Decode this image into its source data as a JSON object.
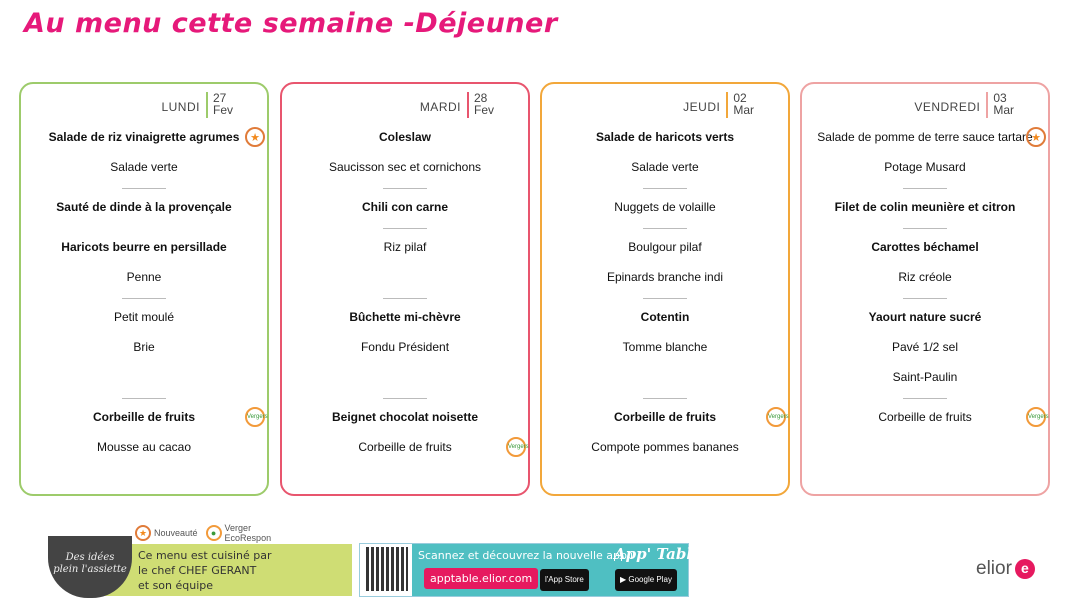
{
  "title": "Au menu cette semaine -Déjeuner",
  "days": [
    {
      "name": "LUNDI",
      "day": "27",
      "month": "Fev",
      "color": "#9dcb6b",
      "items": [
        {
          "text": "Salade de riz vinaigrette agrumes",
          "bold": true,
          "slot": 0,
          "icon": "star"
        },
        {
          "text": "Salade verte",
          "bold": false,
          "slot": 1
        },
        {
          "text": "Sauté de dinde à la provençale",
          "bold": true,
          "slot": 2
        },
        {
          "text": "Haricots beurre en persillade",
          "bold": true,
          "slot": 3
        },
        {
          "text": "Penne",
          "bold": false,
          "slot": 4
        },
        {
          "text": "Petit moulé",
          "bold": false,
          "slot": 5
        },
        {
          "text": "Brie",
          "bold": false,
          "slot": 6
        },
        {
          "text": "Corbeille de fruits",
          "bold": true,
          "slot": 8,
          "icon": "apple"
        },
        {
          "text": "Mousse au cacao",
          "bold": false,
          "slot": 9
        }
      ],
      "seps": [
        0,
        2,
        3
      ]
    },
    {
      "name": "MARDI",
      "day": "28",
      "month": "Fev",
      "color": "#e8556e",
      "items": [
        {
          "text": "Coleslaw",
          "bold": true,
          "slot": 0
        },
        {
          "text": "Saucisson sec et cornichons",
          "bold": false,
          "slot": 1
        },
        {
          "text": "Chili con carne",
          "bold": true,
          "slot": 2
        },
        {
          "text": "Riz pilaf",
          "bold": false,
          "slot": 3
        },
        {
          "text": "Bûchette mi-chèvre",
          "bold": true,
          "slot": 5
        },
        {
          "text": "Fondu Président",
          "bold": false,
          "slot": 6
        },
        {
          "text": "Beignet chocolat noisette",
          "bold": true,
          "slot": 8
        },
        {
          "text": "Corbeille de fruits",
          "bold": false,
          "slot": 9,
          "icon": "apple"
        }
      ],
      "seps": [
        0,
        1,
        2,
        3
      ]
    },
    {
      "name": "JEUDI",
      "day": "02",
      "month": "Mar",
      "color": "#f2a73a",
      "items": [
        {
          "text": "Salade de haricots verts",
          "bold": true,
          "slot": 0
        },
        {
          "text": "Salade verte",
          "bold": false,
          "slot": 1
        },
        {
          "text": "Nuggets de volaille",
          "bold": false,
          "slot": 2
        },
        {
          "text": "Boulgour pilaf",
          "bold": false,
          "slot": 3
        },
        {
          "text": "Epinards branche indi",
          "bold": false,
          "slot": 4
        },
        {
          "text": "Cotentin",
          "bold": true,
          "slot": 5
        },
        {
          "text": "Tomme blanche",
          "bold": false,
          "slot": 6
        },
        {
          "text": "Corbeille de fruits",
          "bold": true,
          "slot": 8,
          "icon": "apple"
        },
        {
          "text": "Compote pommes bananes",
          "bold": false,
          "slot": 9
        }
      ],
      "seps": [
        0,
        1,
        2,
        3
      ]
    },
    {
      "name": "VENDREDI",
      "day": "03",
      "month": "Mar",
      "color": "#eea3a3",
      "items": [
        {
          "text": "Salade de pomme de terre sauce tartare",
          "bold": false,
          "slot": 0,
          "icon": "star"
        },
        {
          "text": "Potage Musard",
          "bold": false,
          "slot": 1
        },
        {
          "text": "Filet de colin meunière et citron",
          "bold": true,
          "slot": 2
        },
        {
          "text": "Carottes béchamel",
          "bold": true,
          "slot": 3
        },
        {
          "text": "Riz créole",
          "bold": false,
          "slot": 4
        },
        {
          "text": "Yaourt nature sucré",
          "bold": true,
          "slot": 5
        },
        {
          "text": "Pavé 1/2 sel",
          "bold": false,
          "slot": 6
        },
        {
          "text": "Saint-Paulin",
          "bold": false,
          "slot": 7
        },
        {
          "text": "Corbeille de fruits",
          "bold": false,
          "slot": 8,
          "icon": "apple"
        }
      ],
      "seps": [
        0,
        1,
        2,
        3
      ]
    }
  ],
  "legend": {
    "new": "Nouveauté",
    "verger": "Verger EcoRespon",
    "verger_badge": "Vergers"
  },
  "chef": {
    "line1": "Ce menu est cuisiné par",
    "line2": "le chef CHEF GERANT",
    "line3": "et son équipe",
    "logo": "Des idées plein l'assiette"
  },
  "app": {
    "scan": "Scannez et découvrez la nouvelle appli",
    "name": "App' Table",
    "url": "apptable.elior.com",
    "appstore": "l'App Store",
    "googleplay": "Google Play"
  },
  "brand": "elior"
}
